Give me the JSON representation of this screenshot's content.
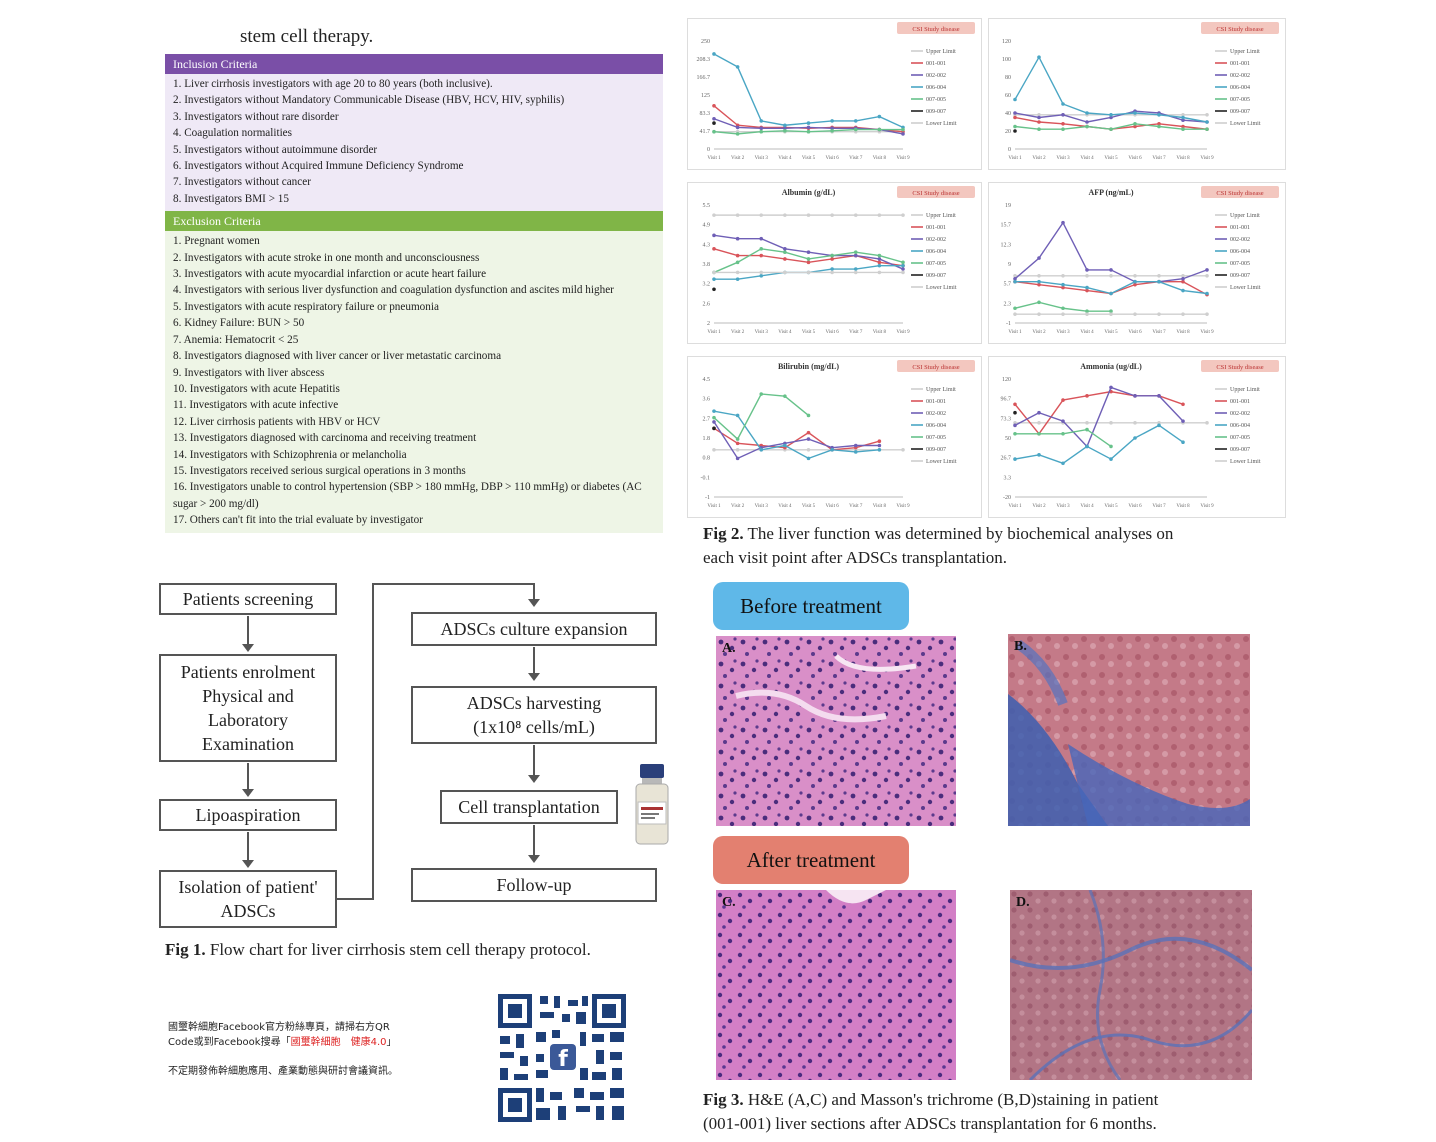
{
  "intro_text": "stem cell therapy.",
  "inclusion": {
    "header": "Inclusion Criteria",
    "items": [
      "1. Liver cirrhosis investigators with age 20 to 80 years (both inclusive).",
      "2. Investigators without Mandatory Communicable Disease (HBV, HCV, HIV, syphilis)",
      "3. Investigators without rare disorder",
      "4. Coagulation normalities",
      "5. Investigators without autoimmune disorder",
      "6. Investigators without Acquired Immune Deficiency Syndrome",
      "7. Investigators without cancer",
      "8. Investigators BMI > 15"
    ]
  },
  "exclusion": {
    "header": "Exclusion Criteria",
    "items": [
      "1. Pregnant women",
      "2. Investigators with acute stroke in one month and unconsciousness",
      "3. Investigators with acute myocardial infarction or acute heart failure",
      "4. Investigators with serious liver dysfunction and coagulation dysfunction and ascites mild higher",
      "5. Investigators with acute respiratory failure or pneumonia",
      "6. Kidney Failure: BUN > 50",
      "7. Anemia: Hematocrit < 25",
      "8. Investigators diagnosed with liver cancer or liver metastatic carcinoma",
      "9. Investigators with liver abscess",
      "10. Investigators with acute Hepatitis",
      "11. Investigators with acute infective",
      "12. Liver cirrhosis patients with HBV or HCV",
      "13. Investigators diagnosed with carcinoma and receiving treatment",
      "14. Investigators with Schizophrenia or melancholia",
      "15. Investigators received serious surgical operations in 3 months",
      "16. Investigators unable to control hypertension (SBP > 180 mmHg, DBP > 110 mmHg) or diabetes (AC sugar > 200 mg/dl)",
      "17. Others can't fit into the trial evaluate by investigator"
    ]
  },
  "flow": {
    "screening": "Patients screening",
    "enrolment": [
      "Patients enrolment",
      "Physical and",
      "Laboratory",
      "Examination"
    ],
    "lipo": "Lipoaspiration",
    "isolation": [
      "Isolation of patient'",
      "ADSCs"
    ],
    "culture": "ADSCs culture expansion",
    "harvest": [
      "ADSCs harvesting",
      "(1x10⁸ cells/mL)"
    ],
    "transplant": "Cell transplantation",
    "follow": "Follow-up"
  },
  "fig1": {
    "label": "Fig 1.",
    "text": " Flow chart for liver cirrhosis stem cell therapy protocol."
  },
  "fig2": {
    "label": "Fig 2.",
    "line1": " The liver function was determined by biochemical analyses on",
    "line2": "each visit point after ADSCs transplantation."
  },
  "fig3": {
    "label": "Fig 3.",
    "line1": " H&E (A,C) and Masson's trichrome (B,D)staining in patient",
    "line2": "(001-001) liver sections after ADSCs transplantation for 6 months."
  },
  "tags": {
    "before": "Before treatment",
    "after": "After treatment"
  },
  "panels": {
    "a": "A.",
    "b": "B.",
    "c": "C.",
    "d": "D."
  },
  "cn_text": {
    "line1": "國璽幹細胞Facebook官方粉絲專頁，請掃右方QR",
    "line2a": "Code或到Facebook搜尋「",
    "line2b": "國璽幹細胞　健康4.0",
    "line2c": "」",
    "line3": "不定期發佈幹細胞應用、產業動態與研討會議資訊。"
  },
  "chart_common": {
    "study_tag": "CSI Study disease",
    "legend": [
      "Upper Limit",
      "001-001",
      "002-002",
      "006-004",
      "007-005",
      "009-007",
      "Lower Limit"
    ],
    "x_labels": [
      "Visit 1",
      "Visit 2",
      "Visit 3",
      "Visit 4",
      "Visit 5",
      "Visit 6",
      "Visit 7",
      "Visit 8",
      "Visit 9"
    ],
    "colors": [
      "#cfcfcf",
      "#d9545a",
      "#6f5fb6",
      "#4aa6c4",
      "#67c28a",
      "#222222",
      "#cfcfcf"
    ]
  },
  "chart_data": [
    {
      "type": "line",
      "title": "",
      "ylim": [
        0,
        250
      ],
      "series": [
        {
          "name": "Upper Limit",
          "values": [
            40,
            40,
            40,
            40,
            40,
            40,
            40,
            40,
            40
          ]
        },
        {
          "name": "001-001",
          "values": [
            100,
            55,
            50,
            50,
            48,
            50,
            50,
            45,
            40
          ]
        },
        {
          "name": "002-002",
          "values": [
            70,
            50,
            48,
            48,
            50,
            48,
            48,
            45,
            35
          ]
        },
        {
          "name": "006-004",
          "values": [
            220,
            190,
            65,
            55,
            60,
            65,
            65,
            75,
            50
          ]
        },
        {
          "name": "007-005",
          "values": [
            40,
            35,
            40,
            42,
            40,
            42,
            45,
            45,
            45
          ]
        },
        {
          "name": "009-007",
          "values": [
            60,
            null,
            null,
            null,
            null,
            null,
            null,
            null,
            null
          ]
        }
      ]
    },
    {
      "type": "line",
      "title": "",
      "ylim": [
        0,
        120
      ],
      "series": [
        {
          "name": "Upper Limit",
          "values": [
            38,
            38,
            38,
            38,
            38,
            38,
            38,
            38,
            38
          ]
        },
        {
          "name": "001-001",
          "values": [
            35,
            30,
            28,
            25,
            22,
            25,
            28,
            25,
            22
          ]
        },
        {
          "name": "002-002",
          "values": [
            40,
            35,
            38,
            30,
            35,
            42,
            40,
            32,
            30
          ]
        },
        {
          "name": "006-004",
          "values": [
            55,
            102,
            50,
            40,
            38,
            40,
            38,
            35,
            30
          ]
        },
        {
          "name": "007-005",
          "values": [
            25,
            22,
            22,
            25,
            22,
            28,
            25,
            22,
            22
          ]
        },
        {
          "name": "009-007",
          "values": [
            20,
            null,
            null,
            null,
            null,
            null,
            null,
            null,
            null
          ]
        }
      ]
    },
    {
      "type": "line",
      "title": "Albumin (g/dL)",
      "ylim": [
        2,
        5.5
      ],
      "series": [
        {
          "name": "Upper Limit",
          "values": [
            5.2,
            5.2,
            5.2,
            5.2,
            5.2,
            5.2,
            5.2,
            5.2,
            5.2
          ]
        },
        {
          "name": "001-001",
          "values": [
            4.2,
            4.0,
            4.0,
            3.9,
            3.8,
            3.9,
            4.0,
            3.8,
            3.7
          ]
        },
        {
          "name": "002-002",
          "values": [
            4.6,
            4.5,
            4.5,
            4.2,
            4.1,
            4.0,
            4.0,
            3.9,
            3.6
          ]
        },
        {
          "name": "006-004",
          "values": [
            3.3,
            3.3,
            3.4,
            3.5,
            3.5,
            3.6,
            3.6,
            3.7,
            3.7
          ]
        },
        {
          "name": "007-005",
          "values": [
            3.5,
            3.8,
            4.2,
            4.1,
            3.9,
            4.0,
            4.1,
            4.0,
            3.8
          ]
        },
        {
          "name": "009-007",
          "values": [
            3.0,
            null,
            null,
            null,
            null,
            null,
            null,
            null,
            null
          ]
        },
        {
          "name": "Lower Limit",
          "values": [
            3.5,
            3.5,
            3.5,
            3.5,
            3.5,
            3.5,
            3.5,
            3.5,
            3.5
          ]
        }
      ]
    },
    {
      "type": "line",
      "title": "AFP (ng/mL)",
      "ylim": [
        -1,
        19
      ],
      "series": [
        {
          "name": "Upper Limit",
          "values": [
            7,
            7,
            7,
            7,
            7,
            7,
            7,
            7,
            7
          ]
        },
        {
          "name": "001-001",
          "values": [
            6,
            5.5,
            5,
            4.5,
            4,
            5.5,
            6,
            6,
            3.8
          ]
        },
        {
          "name": "002-002",
          "values": [
            6.5,
            10,
            16,
            8,
            8,
            6,
            6,
            6.5,
            8
          ]
        },
        {
          "name": "006-004",
          "values": [
            6,
            6,
            5.5,
            5,
            4,
            6,
            6,
            4.5,
            4
          ]
        },
        {
          "name": "007-005",
          "values": [
            1.5,
            2.5,
            1.5,
            1,
            1,
            null,
            null,
            null,
            null
          ]
        },
        {
          "name": "Lower Limit",
          "values": [
            0.5,
            0.5,
            0.5,
            0.5,
            0.5,
            0.5,
            0.5,
            0.5,
            0.5
          ]
        }
      ]
    },
    {
      "type": "line",
      "title": "Bilirubin (mg/dL)",
      "ylim": [
        -1,
        4.5
      ],
      "series": [
        {
          "name": "Upper Limit",
          "values": [
            1.2,
            1.2,
            1.2,
            1.2,
            1.2,
            1.2,
            1.2,
            1.2,
            1.2
          ]
        },
        {
          "name": "001-001",
          "values": [
            2.2,
            1.5,
            1.4,
            1.3,
            2.0,
            1.2,
            1.3,
            1.6,
            null
          ]
        },
        {
          "name": "002-002",
          "values": [
            2.5,
            0.8,
            1.3,
            1.5,
            1.7,
            1.3,
            1.4,
            1.4,
            null
          ]
        },
        {
          "name": "006-004",
          "values": [
            3.0,
            2.8,
            1.2,
            1.4,
            0.8,
            1.2,
            1.1,
            1.2,
            null
          ]
        },
        {
          "name": "007-005",
          "values": [
            2.7,
            1.7,
            3.8,
            3.7,
            2.8,
            null,
            null,
            null,
            null
          ]
        },
        {
          "name": "009-007",
          "values": [
            2.2,
            null,
            null,
            null,
            null,
            null,
            null,
            null,
            null
          ]
        }
      ]
    },
    {
      "type": "line",
      "title": "Ammonia (ug/dL)",
      "ylim": [
        -20,
        120
      ],
      "series": [
        {
          "name": "Upper Limit",
          "values": [
            68,
            68,
            68,
            68,
            68,
            68,
            68,
            68,
            68
          ]
        },
        {
          "name": "001-001",
          "values": [
            90,
            55,
            95,
            100,
            105,
            100,
            100,
            90,
            null
          ]
        },
        {
          "name": "002-002",
          "values": [
            65,
            80,
            70,
            40,
            110,
            100,
            100,
            70,
            null
          ]
        },
        {
          "name": "006-004",
          "values": [
            25,
            30,
            20,
            40,
            25,
            50,
            65,
            45,
            null
          ]
        },
        {
          "name": "007-005",
          "values": [
            55,
            55,
            55,
            60,
            40,
            null,
            null,
            null,
            null
          ]
        },
        {
          "name": "009-007",
          "values": [
            80,
            null,
            null,
            null,
            null,
            null,
            null,
            null,
            null
          ]
        }
      ]
    }
  ]
}
